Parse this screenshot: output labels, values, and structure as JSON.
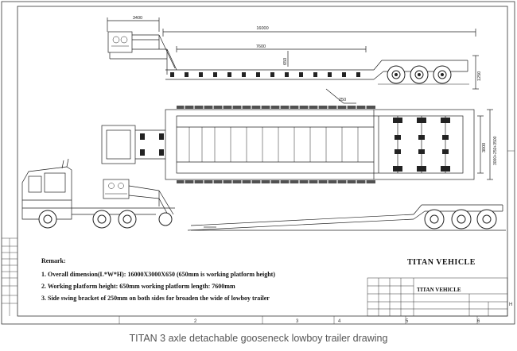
{
  "dimensions": {
    "gooseneck_length": "3400",
    "overall_length": "16000",
    "platform_length": "7600",
    "platform_height": "650",
    "ground_clearance_rear": "1250",
    "bracket_width": "250",
    "overall_width": "3000",
    "width_breakdown": "3000+250+3500"
  },
  "remark": {
    "title": "Remark:",
    "lines": [
      "1. Overall dimension(L*W*H): 16000X3000X650 (650mm is working platform height)",
      "2. Working platform height: 650mm working platform length: 7600mm",
      "3. Side swing bracket of 250mm on both sides for broaden the wide of lowboy trailer"
    ]
  },
  "brand": "TITAN VEHICLE",
  "title_block_brand": "TITAN VEHICLE",
  "border": {
    "bottom_zones": [
      "2",
      "3",
      "4",
      "5",
      "6"
    ],
    "right_zone": "H"
  },
  "caption": "TITAN 3 axle detachable gooseneck lowboy trailer drawing"
}
